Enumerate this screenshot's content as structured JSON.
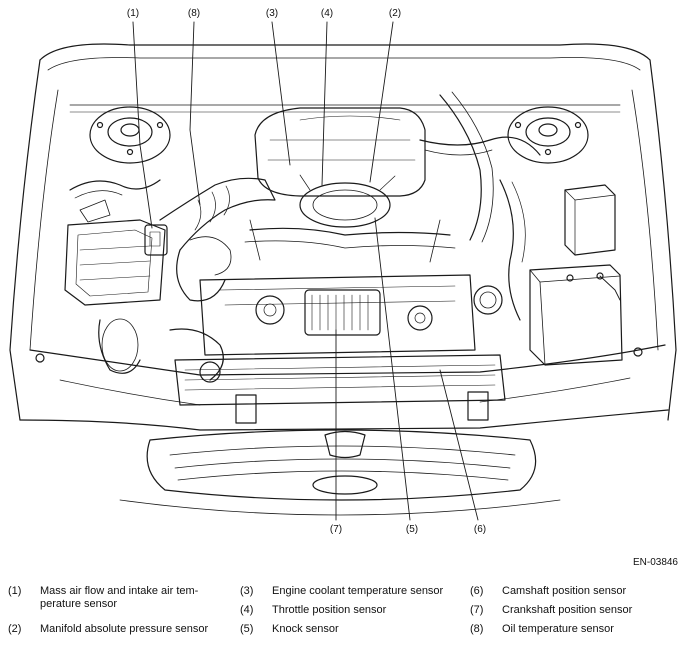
{
  "figure_id": "EN-03846",
  "callouts": [
    "(1)",
    "(2)",
    "(3)",
    "(4)",
    "(5)",
    "(6)",
    "(7)",
    "(8)"
  ],
  "legend": [
    {
      "num": "(1)",
      "text": "Mass air flow and intake air tem-",
      "text2": "perature sensor"
    },
    {
      "num": "(2)",
      "text": "Manifold absolute pressure sensor"
    },
    {
      "num": "(3)",
      "text": "Engine coolant temperature sensor"
    },
    {
      "num": "(4)",
      "text": "Throttle position sensor"
    },
    {
      "num": "(5)",
      "text": "Knock sensor"
    },
    {
      "num": "(6)",
      "text": "Camshaft position sensor"
    },
    {
      "num": "(7)",
      "text": "Crankshaft position sensor"
    },
    {
      "num": "(8)",
      "text": "Oil temperature sensor"
    }
  ]
}
